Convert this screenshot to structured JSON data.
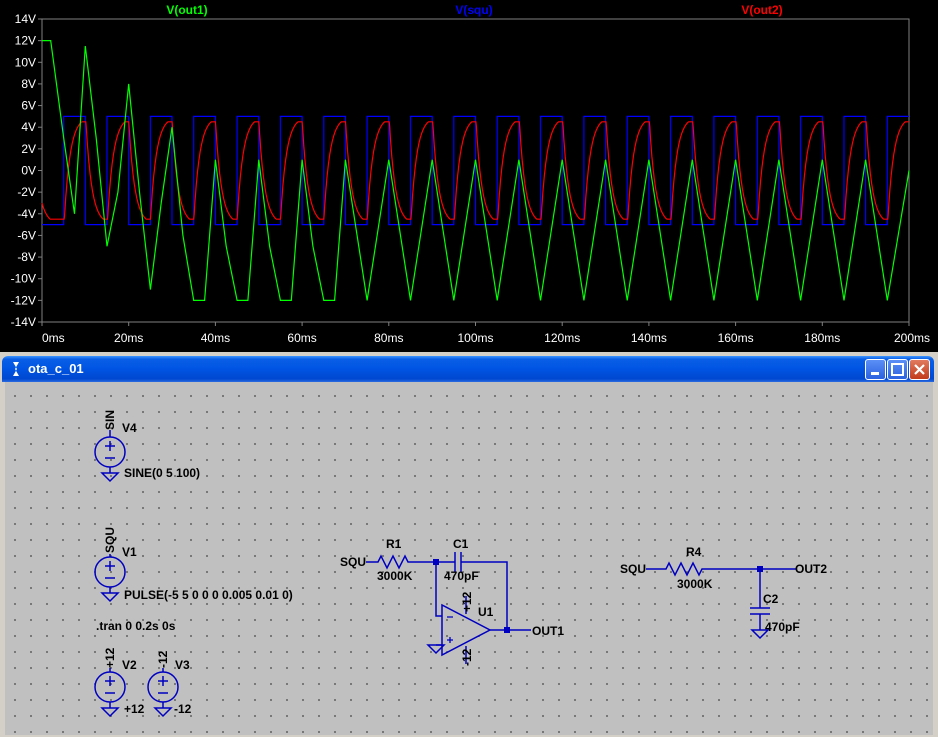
{
  "chart_data": {
    "type": "line",
    "xlabel": "",
    "ylabel": "",
    "x_ticks": [
      "0ms",
      "20ms",
      "40ms",
      "60ms",
      "80ms",
      "100ms",
      "120ms",
      "140ms",
      "160ms",
      "180ms",
      "200ms"
    ],
    "y_ticks": [
      "14V",
      "12V",
      "10V",
      "8V",
      "6V",
      "4V",
      "2V",
      "0V",
      "-2V",
      "-4V",
      "-6V",
      "-8V",
      "-10V",
      "-12V",
      "-14V"
    ],
    "xlim": [
      0,
      200
    ],
    "ylim": [
      -14,
      14
    ],
    "x_unit": "ms",
    "series": [
      {
        "name": "V(out1)",
        "color": "#00ff00",
        "x": [
          0,
          2,
          5,
          7.5,
          10,
          12.5,
          15,
          17.5,
          20,
          22.5,
          25,
          27.5,
          30,
          32.5,
          35,
          37.5,
          40,
          42.5,
          45,
          47.5,
          50,
          52.5,
          55,
          57.5,
          60,
          62.5,
          65,
          67.5,
          70,
          75,
          80,
          85,
          90,
          95,
          100,
          105,
          110,
          115,
          120,
          125,
          130,
          135,
          140,
          145,
          150,
          155,
          160,
          165,
          170,
          175,
          180,
          185,
          190,
          195,
          200
        ],
        "y": [
          12,
          12,
          3,
          -4,
          11.5,
          3,
          -7,
          -2,
          8,
          -2,
          -11,
          -3,
          4,
          -6,
          -12,
          -12,
          1,
          -7,
          -12,
          -12,
          1,
          -7,
          -12,
          -12,
          1,
          -7,
          -12,
          -12,
          1,
          -12,
          1,
          -12,
          1,
          -12,
          1,
          -12,
          1,
          -12,
          1,
          -12,
          1,
          -12,
          1,
          -12,
          1,
          -12,
          1,
          -12,
          1,
          -12,
          1,
          -12,
          1,
          -12,
          0
        ]
      },
      {
        "name": "V(squ)",
        "color": "#0000ff",
        "x": [
          0,
          5,
          5,
          10,
          10,
          15,
          15,
          20,
          20,
          25,
          25,
          30,
          30,
          35,
          35,
          40,
          40,
          45,
          45,
          50,
          50,
          55,
          55,
          60,
          60,
          65,
          65,
          70,
          70,
          75,
          75,
          80,
          80,
          85,
          85,
          90,
          90,
          95,
          95,
          100,
          100,
          105,
          105,
          110,
          110,
          115,
          115,
          120,
          120,
          125,
          125,
          130,
          130,
          135,
          135,
          140,
          140,
          145,
          145,
          150,
          150,
          155,
          155,
          160,
          160,
          165,
          165,
          170,
          170,
          175,
          175,
          180,
          180,
          185,
          185,
          190,
          190,
          195,
          195,
          200
        ],
        "y": [
          -5,
          -5,
          5,
          5,
          -5,
          -5,
          5,
          5,
          -5,
          -5,
          5,
          5,
          -5,
          -5,
          5,
          5,
          -5,
          -5,
          5,
          5,
          -5,
          -5,
          5,
          5,
          -5,
          -5,
          5,
          5,
          -5,
          -5,
          5,
          5,
          -5,
          -5,
          5,
          5,
          -5,
          -5,
          5,
          5,
          -5,
          -5,
          5,
          5,
          -5,
          -5,
          5,
          5,
          -5,
          -5,
          5,
          5,
          -5,
          -5,
          5,
          5,
          -5,
          -5,
          5,
          5,
          -5,
          -5,
          5,
          5,
          -5,
          -5,
          5,
          5,
          -5,
          -5,
          5,
          5,
          -5,
          -5,
          5,
          5,
          -5,
          -5,
          5,
          5
        ]
      },
      {
        "name": "V(out2)",
        "color": "#ff0000",
        "periodic_from_squ": true,
        "rc_time_constant_ms": 1.41,
        "initial_value": -3,
        "range": [
          -4.5,
          4.5
        ]
      }
    ],
    "grid": false,
    "legend": "top"
  },
  "window": {
    "title": "ota_c_01",
    "minimize": "minimize",
    "maximize": "maximize",
    "close": "close"
  },
  "schematic": {
    "v4": {
      "net": "SIN",
      "name": "V4",
      "value": "SINE(0 5 100)"
    },
    "v1": {
      "net": "SQU",
      "name": "V1",
      "value": "PULSE(-5 5 0 0 0 0.005 0.01 0)"
    },
    "directive": ".tran 0 0.2s 0s",
    "v2": {
      "net": "+12",
      "name": "V2",
      "ground_label": "+12"
    },
    "v3": {
      "net": "-12",
      "name": "V3",
      "ground_label": "-12"
    },
    "r1": {
      "name": "R1",
      "value": "3000K",
      "input": "SQU"
    },
    "c1": {
      "name": "C1",
      "value": "470pF"
    },
    "u1": {
      "name": "U1",
      "vplus": "+12",
      "vminus": "-12",
      "output": "OUT1"
    },
    "r4": {
      "name": "R4",
      "value": "3000K",
      "input": "SQU"
    },
    "c2": {
      "name": "C2",
      "value": "470pF",
      "output": "OUT2"
    }
  }
}
